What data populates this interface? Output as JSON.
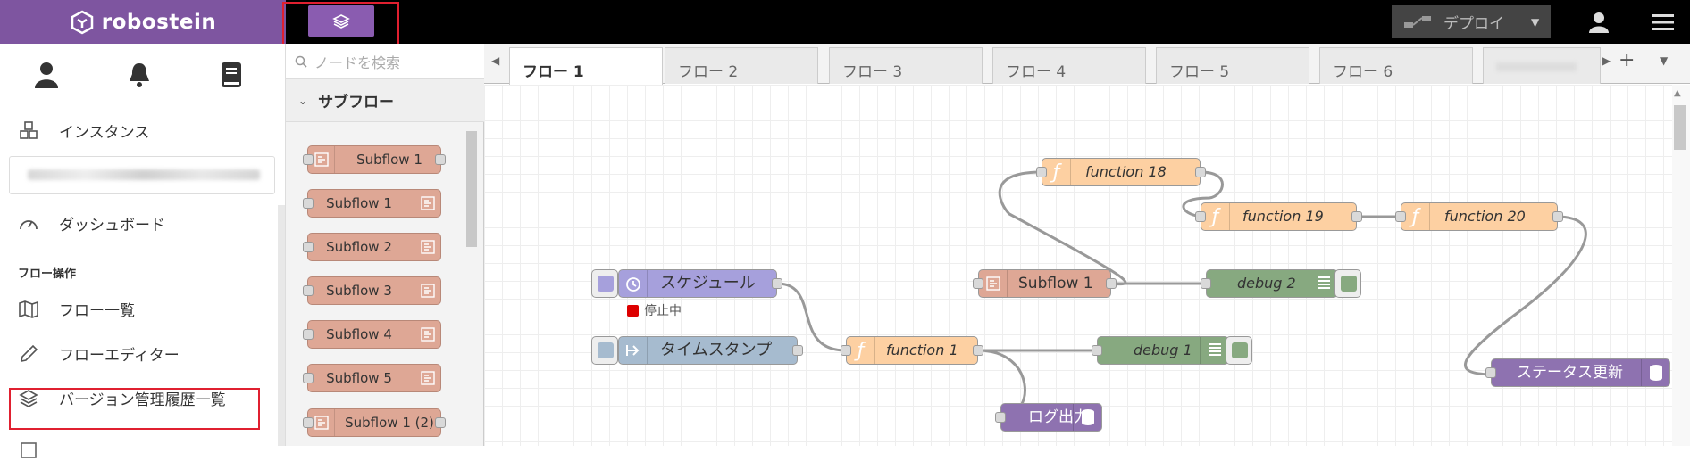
{
  "brand": {
    "name": "robostein"
  },
  "header": {
    "deploy_label": "デプロイ"
  },
  "nav": {
    "items": [
      {
        "label": "インスタンス"
      },
      {
        "label": "ダッシュボード"
      },
      {
        "label": "フロー一覧"
      },
      {
        "label": "フローエディター"
      },
      {
        "label": "バージョン管理履歴一覧"
      }
    ],
    "section": "フロー操作"
  },
  "palette": {
    "search_placeholder": "ノードを検索",
    "category": "サブフロー",
    "nodes": [
      "Subflow 1",
      "Subflow 1",
      "Subflow 2",
      "Subflow 3",
      "Subflow 4",
      "Subflow 5",
      "Subflow 1 (2)"
    ]
  },
  "tabs": [
    "フロー 1",
    "フロー 2",
    "フロー 3",
    "フロー 4",
    "フロー 5",
    "フロー 6"
  ],
  "flow": {
    "nodes": {
      "schedule": "スケジュール",
      "timestamp": "タイムスタンプ",
      "function1": "function 1",
      "function18": "function 18",
      "function19": "function 19",
      "function20": "function 20",
      "subflow1": "Subflow 1",
      "debug1": "debug 1",
      "debug2": "debug 2",
      "log": "ログ出力",
      "status_update": "ステータス更新"
    },
    "schedule_status": "停止中"
  },
  "colors": {
    "brand": "#7e55a0",
    "subflow": "#dea795",
    "function": "#fdd0a2",
    "debug": "#87a980",
    "inject": "#a6bbcf",
    "schedule": "#a6a0dc",
    "storage": "#8e72b0"
  }
}
